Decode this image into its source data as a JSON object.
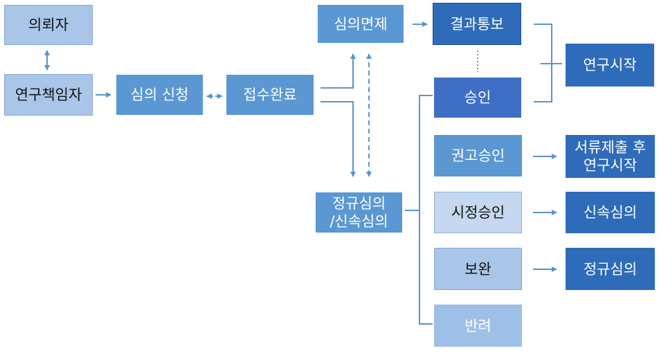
{
  "nodes": {
    "requester": "의뢰자",
    "pi": "연구책임자",
    "apply": "심의 신청",
    "received": "접수완료",
    "exempt": "심의면제",
    "notify": "결과통보",
    "approved": "승인",
    "start_research": "연구시작",
    "regular_line1": "정규심의",
    "regular_line2": "/신속심의",
    "recommend_approval": "권고승인",
    "submit_docs_line1": "서류제출 후",
    "submit_docs_line2": "연구시작",
    "conditional_approval": "시정승인",
    "expedited_review": "신속심의",
    "supplement": "보완",
    "regular_review": "정규심의",
    "rejected": "반려"
  },
  "colors": {
    "light": "#a9c6e8",
    "medium": "#5b97d3",
    "dark": "#2e6cba",
    "connector": "#5a93cf"
  }
}
